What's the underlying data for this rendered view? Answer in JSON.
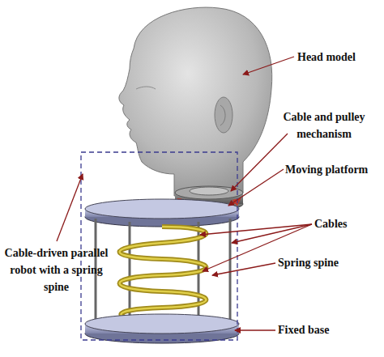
{
  "diagram": {
    "labels": [
      "Head model",
      "Cable and pulley mechanism",
      "Moving platform",
      "Cables",
      "Cable-driven parallel robot with a spring spine",
      "Spring spine",
      "Fixed base"
    ]
  }
}
